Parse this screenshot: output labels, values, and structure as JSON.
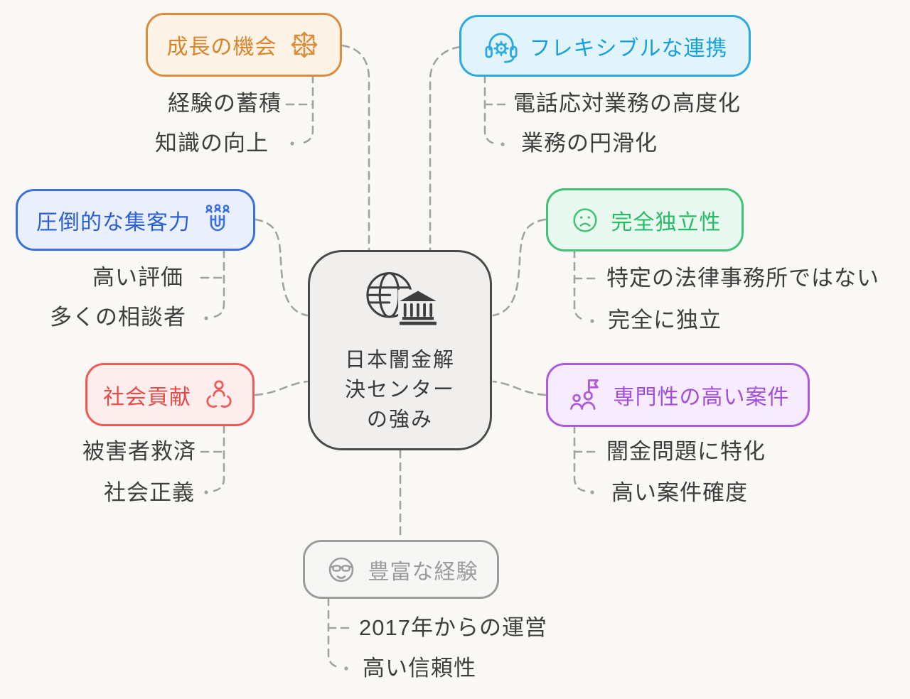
{
  "center": {
    "line1": "日本闇金解",
    "line2": "決センター",
    "line3": "の強み",
    "icon": "globe-bank-icon"
  },
  "branches": {
    "growth": {
      "label": "成長の機会",
      "leaf1": "経験の蓄積",
      "leaf2": "知識の向上",
      "color": "#dc8d3b",
      "icon": "ornament-star-icon"
    },
    "flexible": {
      "label": "フレキシブルな連携",
      "leaf1": "電話応対業務の高度化",
      "leaf2": "業務の円滑化",
      "color": "#2baae2",
      "icon": "headset-gear-icon"
    },
    "attract": {
      "label": "圧倒的な集客力",
      "leaf1": "高い評価",
      "leaf2": "多くの相談者",
      "color": "#3a71dc",
      "icon": "magnet-people-icon"
    },
    "independence": {
      "label": "完全独立性",
      "leaf1": "特定の法律事務所ではない",
      "leaf2": "完全に独立",
      "color": "#41c274",
      "icon": "sad-face-icon"
    },
    "social": {
      "label": "社会貢献",
      "leaf1": "被害者救済",
      "leaf2": "社会正義",
      "color": "#ef5956",
      "icon": "caring-hands-icon"
    },
    "specialty": {
      "label": "専門性の高い案件",
      "leaf1": "闇金問題に特化",
      "leaf2": "高い案件確度",
      "color": "#ac5bdd",
      "icon": "people-flag-icon"
    },
    "experience": {
      "label": "豊富な経験",
      "leaf1": "2017年からの運営",
      "leaf2": "高い信頼性",
      "color": "#9c9c9c",
      "icon": "cool-face-icon"
    }
  },
  "palette": {
    "background": "#faf8f5",
    "connector": "#a2a2a2",
    "leaf_text": "#3e3e3e",
    "center_border": "#4a4a4a",
    "center_background": "#f0efed",
    "center_text": "#3b3b3b"
  }
}
